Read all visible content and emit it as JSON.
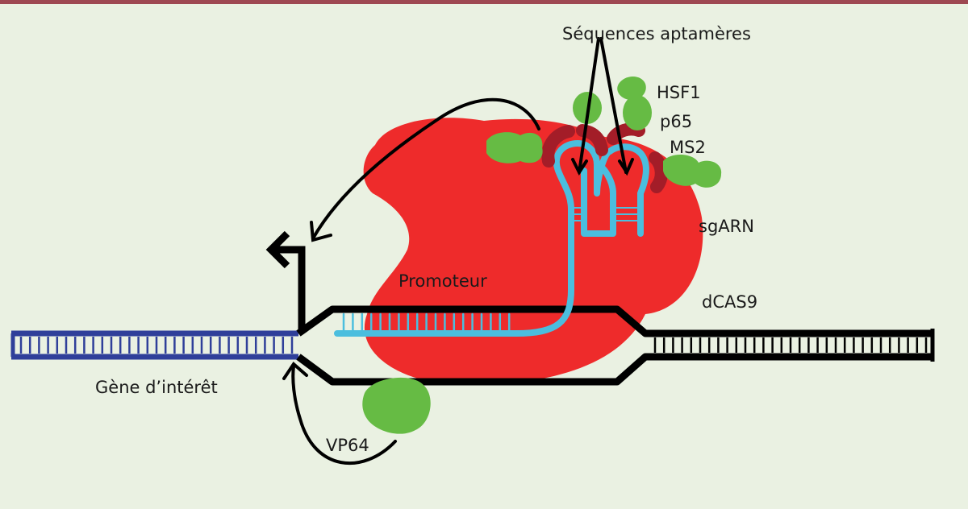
{
  "labels": {
    "aptamer_sequences": "Séquences aptamères",
    "hsf1": "HSF1",
    "p65": "p65",
    "ms2": "MS2",
    "sgarn": "sgARN",
    "promoteur": "Promoteur",
    "dcas9": "dCAS9",
    "gene": "Gène d’intérêt",
    "vp64": "VP64"
  },
  "colors": {
    "background": "#eaf1e2",
    "top_rule": "#9e4852",
    "dcas9_red": "#ee2b2b",
    "activator_green": "#66bb44",
    "ms2_darkred": "#a31d28",
    "sgrna_blue": "#4bbede",
    "gene_dna_blue": "#2f3f9a",
    "dna_black": "#000000"
  }
}
